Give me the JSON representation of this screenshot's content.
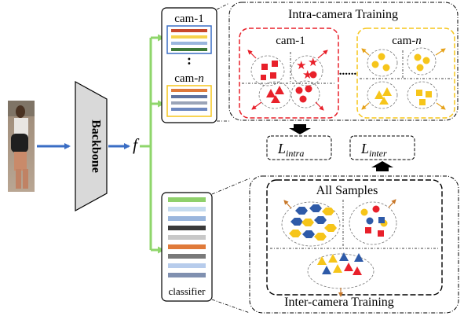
{
  "diagram": {
    "backbone_label": "Backbone",
    "feature_symbol": "f",
    "intra_box": {
      "title": "Intra-camera Training",
      "cam1_label": "cam-1",
      "camn_label_prefix": "cam-",
      "camn_label_var": "n",
      "ellipsis": "......"
    },
    "memory_column": {
      "cam1_label": "cam-1",
      "colon": ":",
      "camn_label_prefix": "cam-",
      "camn_label_var": "n"
    },
    "losses": {
      "intra_main": "L",
      "intra_sub": "intra",
      "inter_main": "L",
      "inter_sub": "inter"
    },
    "classifier_label": "classifier",
    "inter_box": {
      "all_samples_label": "All Samples",
      "title": "Inter-camera Training"
    },
    "colors": {
      "arrow_blue": "#3a6dc4",
      "green_branch": "#8fd66b",
      "red": "#e8202a",
      "yellow": "#f6c51a",
      "blue_hex": "#2e5aa8",
      "memory_bars_cam1": [
        "#c7472b",
        "#f6d34c",
        "#9ab6dd",
        "#3d7a37"
      ],
      "memory_bars_camn": [
        "#e07a3a",
        "#5f73a0",
        "#9aa4b8",
        "#6d88c0"
      ],
      "classifier_bars": [
        "#8fd06b",
        "#c5dbef",
        "#9ab6dd",
        "#3a3a3a",
        "#c8c8c8",
        "#e07a3a",
        "#7a7a7a",
        "#b7ccec",
        "#8090b0"
      ]
    }
  }
}
